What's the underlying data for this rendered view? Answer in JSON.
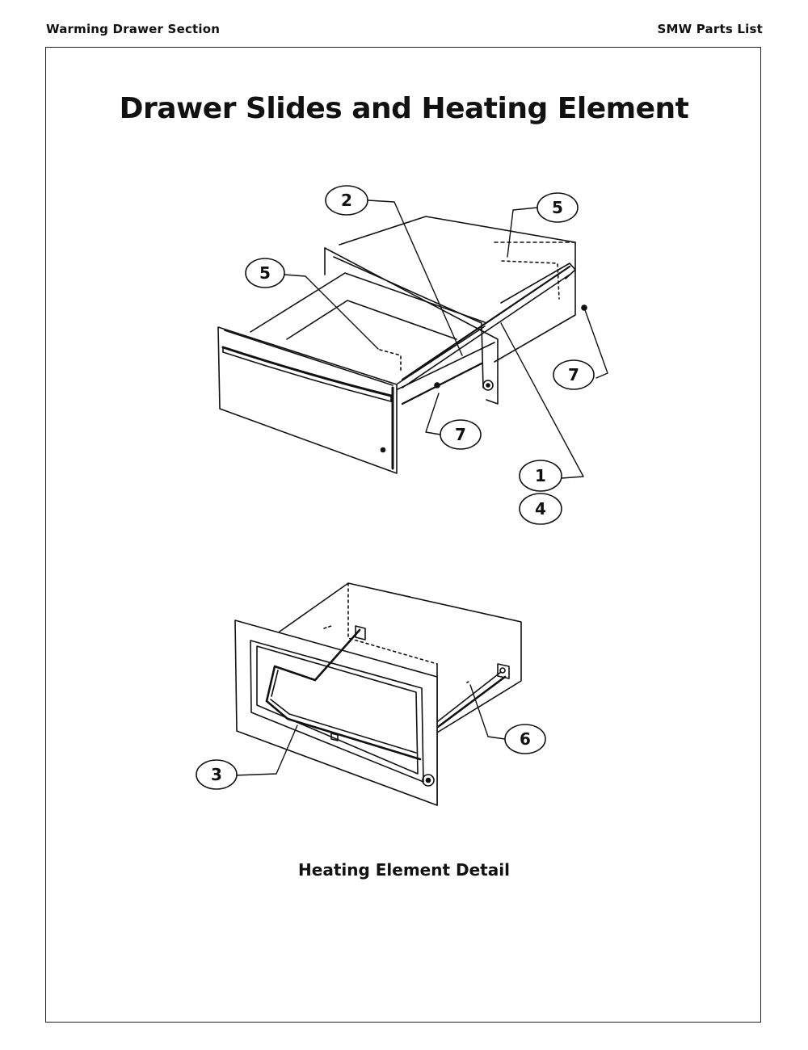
{
  "header": {
    "left": "Warming Drawer Section",
    "right": "SMW Parts List"
  },
  "title": "Drawer Slides and Heating Element",
  "caption": "Heating Element Detail",
  "callouts": {
    "c2": "2",
    "c5a": "5",
    "c5b": "5",
    "c7a": "7",
    "c7b": "7",
    "c1": "1",
    "c4": "4",
    "c3": "3",
    "c6": "6"
  }
}
